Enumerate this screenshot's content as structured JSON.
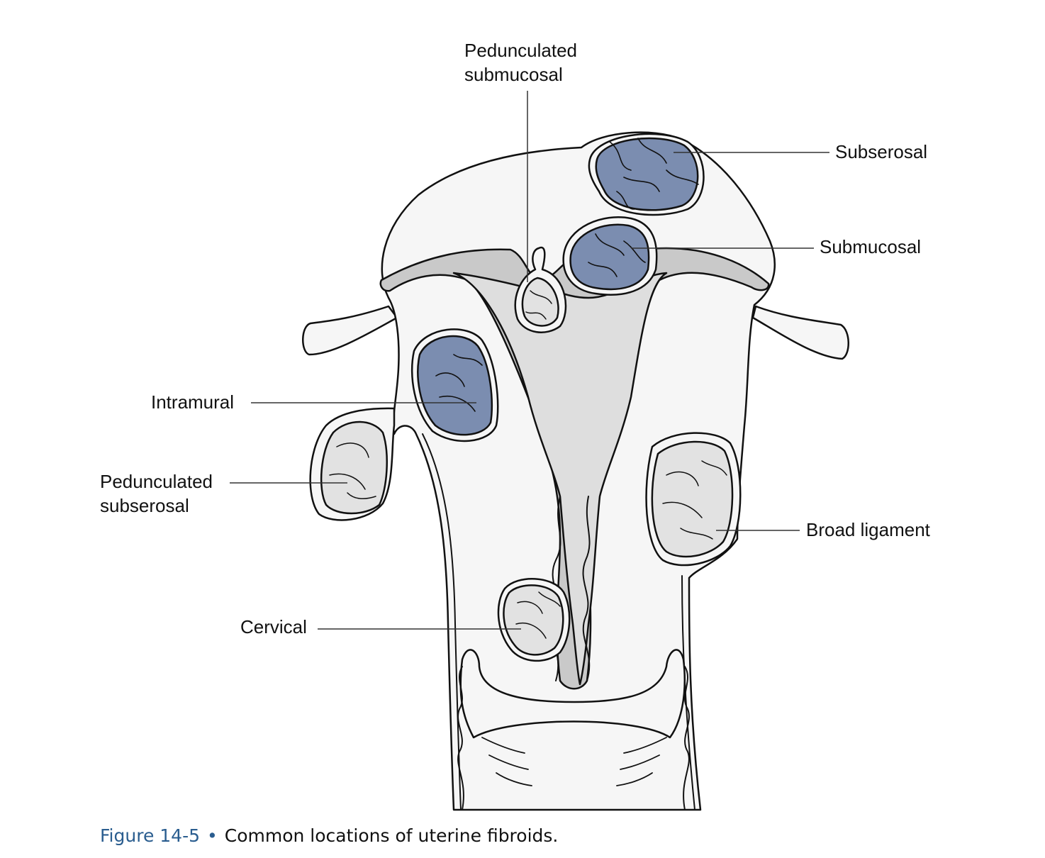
{
  "labels": {
    "pedunculated_submucosal": [
      "Pedunculated",
      "submucosal"
    ],
    "subserosal": "Subserosal",
    "submucosal": "Submucosal",
    "intramural": "Intramural",
    "pedunculated_subserosal": [
      "Pedunculated",
      "subserosal"
    ],
    "broad_ligament": "Broad ligament",
    "cervical": "Cervical"
  },
  "caption": {
    "number": "Figure 14-5",
    "bullet": "•",
    "text": "Common locations of uterine fibroids."
  },
  "colors": {
    "outline": "#111111",
    "wall": "#f6f6f6",
    "endometrium": "#c9c9c9",
    "cavity": "#dedede",
    "fibroid_dark": "#7b8db0",
    "fibroid_light": "#e2e2e2",
    "caption_accent": "#2a5d8f"
  }
}
